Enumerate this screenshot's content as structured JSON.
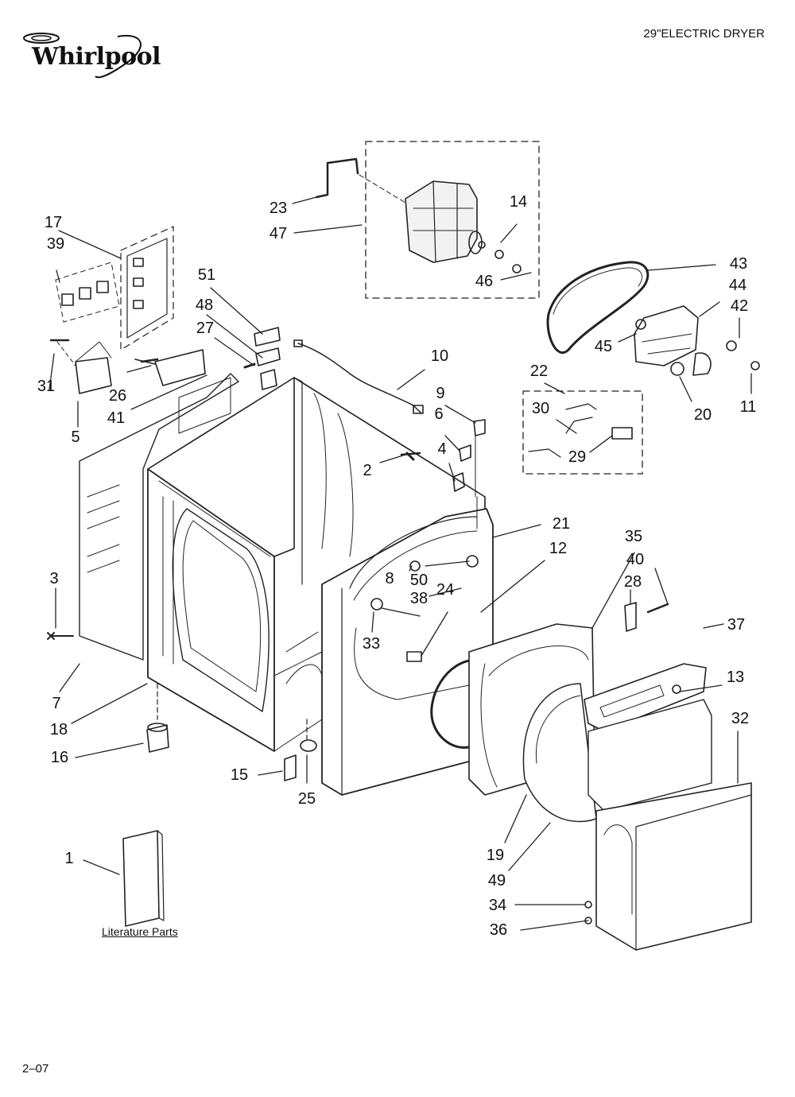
{
  "brand": {
    "name": "Whirlpool"
  },
  "document": {
    "title": "29\"ELECTRIC DRYER",
    "code": "2–07"
  },
  "literature": {
    "label": "Literature Parts"
  },
  "callouts": [
    "1",
    "2",
    "3",
    "4",
    "5",
    "6",
    "7",
    "8",
    "9",
    "10",
    "11",
    "12",
    "13",
    "14",
    "15",
    "16",
    "17",
    "18",
    "19",
    "20",
    "21",
    "22",
    "23",
    "24",
    "25",
    "26",
    "27",
    "28",
    "29",
    "30",
    "31",
    "32",
    "33",
    "34",
    "35",
    "36",
    "37",
    "38",
    "39",
    "40",
    "41",
    "42",
    "43",
    "44",
    "45",
    "46",
    "47",
    "48",
    "49",
    "50",
    "51"
  ]
}
